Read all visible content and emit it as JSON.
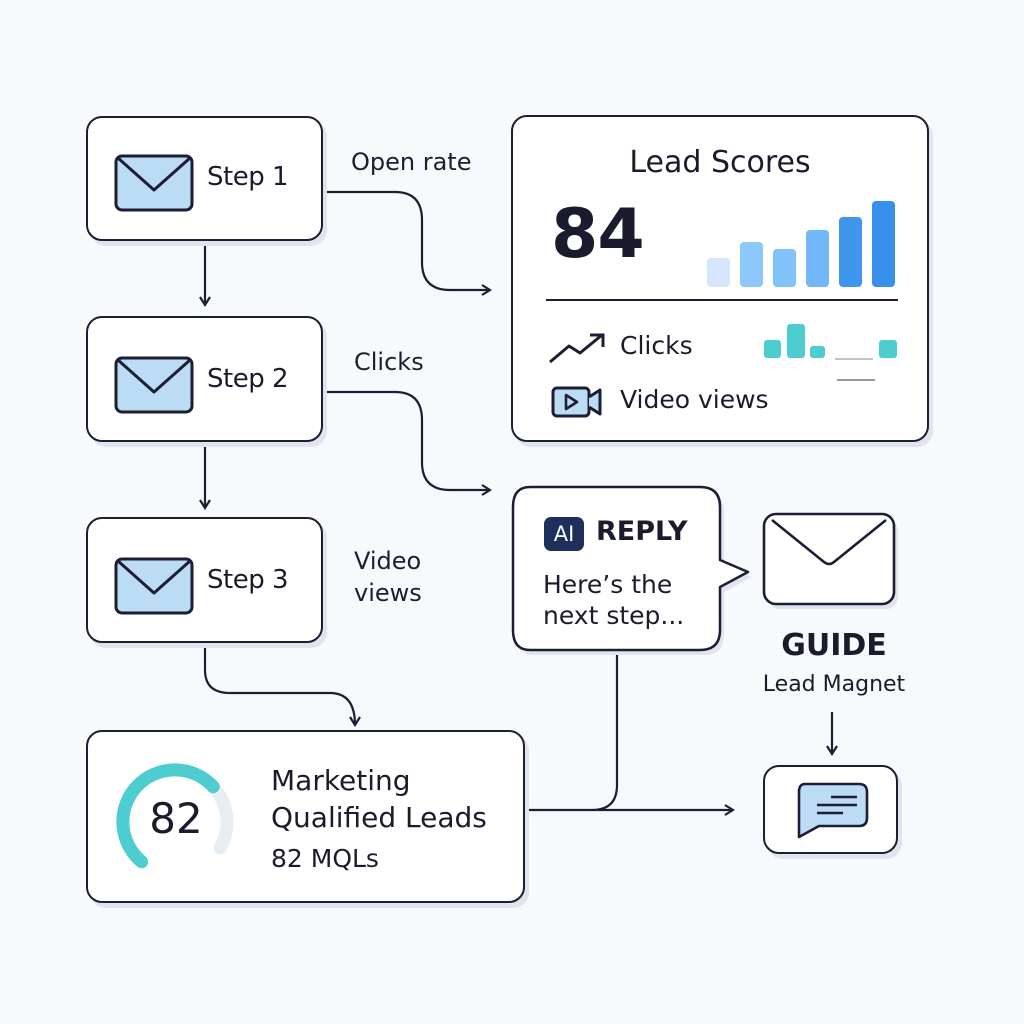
{
  "steps": [
    {
      "label": "Step 1",
      "edge_label": "Open rate"
    },
    {
      "label": "Step 2",
      "edge_label": "Clicks"
    },
    {
      "label": "Step 3",
      "edge_label_line1": "Video",
      "edge_label_line2": "views"
    }
  ],
  "lead_scores": {
    "title": "Lead Scores",
    "score": "84",
    "bars": [
      29,
      45,
      38,
      57,
      70,
      86
    ],
    "bar_colors": [
      "#d3e6fb",
      "#8cc8fb",
      "#80c2fa",
      "#72b8f8",
      "#3f96ec",
      "#3890ea"
    ],
    "metrics": [
      {
        "icon": "trend-up-icon",
        "label": "Clicks"
      },
      {
        "icon": "video-camera-icon",
        "label": "Video views"
      }
    ],
    "clicks_bars": [
      18,
      34,
      12,
      0,
      18
    ],
    "clicks_color": "#4ecdd1"
  },
  "ai_reply": {
    "badge": "AI",
    "title": "REPLY",
    "line1": "Here’s the",
    "line2": "next step..."
  },
  "guide": {
    "title": "GUIDE",
    "subtitle": "Lead Magnet"
  },
  "mql": {
    "value": "82",
    "gauge_fraction": 0.72,
    "title_line1": "Marketing",
    "title_line2": "Qualified Leads",
    "count": "82 MQLs",
    "gauge_color": "#4ecdd1",
    "track_color": "#e6edf3"
  },
  "colors": {
    "ink": "#1c1e33",
    "envelope_fill": "#bcdcf6",
    "badge_bg": "#1f2f5c"
  }
}
